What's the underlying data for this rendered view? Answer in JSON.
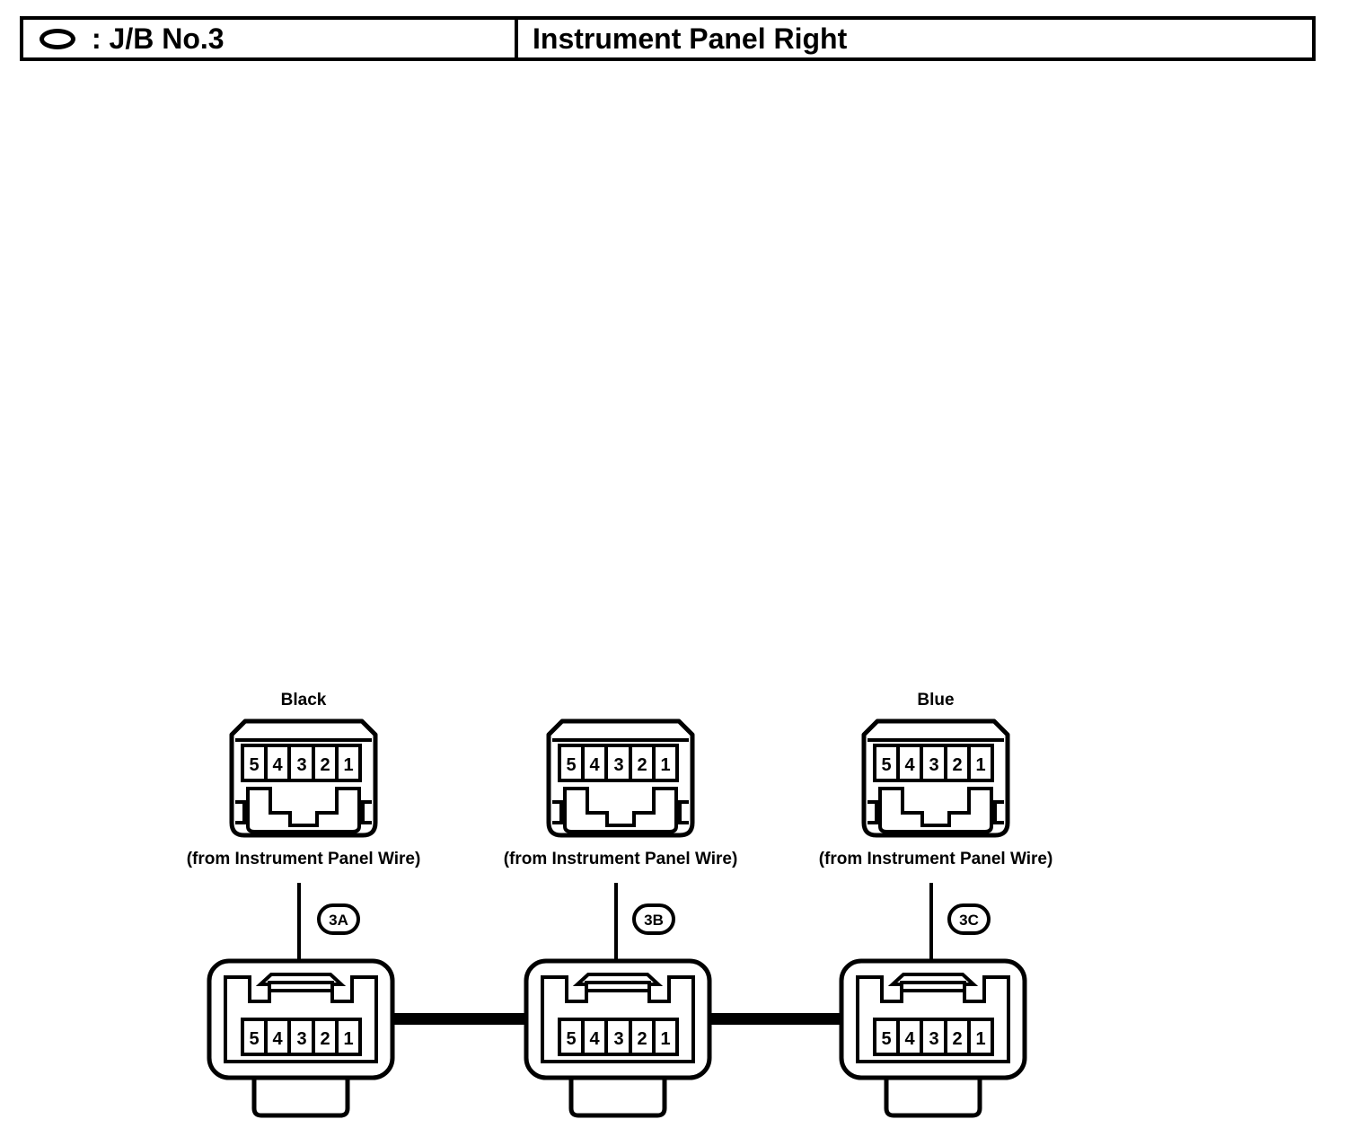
{
  "header": {
    "symbol_icon": "oval-icon",
    "jb_label": ": J/B No.3",
    "panel_title": "Instrument Panel Right"
  },
  "diagram": {
    "pin_numbers": [
      "5",
      "4",
      "3",
      "2",
      "1"
    ],
    "origin_note": "(from Instrument Panel Wire)",
    "top_connectors": [
      {
        "id": "3A",
        "color_label": "Black",
        "origin": "(from Instrument Panel Wire)"
      },
      {
        "id": "3B",
        "color_label": "",
        "origin": "(from Instrument Panel Wire)"
      },
      {
        "id": "3C",
        "color_label": "Blue",
        "origin": "(from Instrument Panel Wire)"
      }
    ],
    "badges": [
      {
        "label": "3A"
      },
      {
        "label": "3B"
      },
      {
        "label": "3C"
      }
    ],
    "bottom_connectors": [
      {
        "id": "3A",
        "pins": [
          "5",
          "4",
          "3",
          "2",
          "1"
        ]
      },
      {
        "id": "3B",
        "pins": [
          "5",
          "4",
          "3",
          "2",
          "1"
        ]
      },
      {
        "id": "3C",
        "pins": [
          "5",
          "4",
          "3",
          "2",
          "1"
        ]
      }
    ],
    "harness_color": "#000000"
  },
  "colors": {
    "line": "#000000",
    "background": "#ffffff"
  }
}
